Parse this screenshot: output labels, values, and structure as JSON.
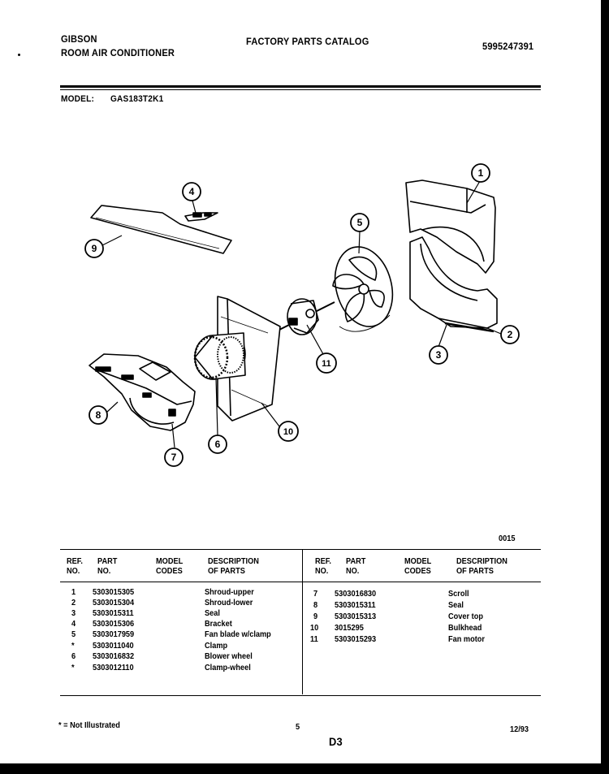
{
  "header": {
    "brand": "GIBSON",
    "product": "ROOM AIR CONDITIONER",
    "catalog_title": "FACTORY PARTS CATALOG",
    "catalog_number": "5995247391",
    "model_label": "MODEL:",
    "model_value": "GAS183T2K1"
  },
  "diagram": {
    "callouts": [
      "1",
      "2",
      "3",
      "4",
      "5",
      "6",
      "7",
      "8",
      "9",
      "10",
      "11"
    ],
    "figure_code": "0015"
  },
  "table": {
    "headers": {
      "ref_line1": "REF.",
      "ref_line2": "NO.",
      "part_line1": "PART",
      "part_line2": "NO.",
      "model_line1": "MODEL",
      "model_line2": "CODES",
      "desc_line1": "DESCRIPTION",
      "desc_line2": "OF PARTS"
    },
    "left_rows": [
      {
        "ref": "1",
        "part": "5303015305",
        "desc": "Shroud-upper"
      },
      {
        "ref": "2",
        "part": "5303015304",
        "desc": "Shroud-lower"
      },
      {
        "ref": "3",
        "part": "5303015311",
        "desc": "Seal"
      },
      {
        "ref": "4",
        "part": "5303015306",
        "desc": "Bracket"
      },
      {
        "ref": "5",
        "part": "5303017959",
        "desc": "Fan blade w/clamp"
      },
      {
        "ref": "*",
        "part": "5303011040",
        "desc": "Clamp"
      },
      {
        "ref": "6",
        "part": "5303016832",
        "desc": "Blower wheel"
      },
      {
        "ref": "*",
        "part": "5303012110",
        "desc": "Clamp-wheel"
      }
    ],
    "right_rows": [
      {
        "ref": "7",
        "part": "5303016830",
        "desc": "Scroll"
      },
      {
        "ref": "8",
        "part": "5303015311",
        "desc": "Seal"
      },
      {
        "ref": "9",
        "part": "5303015313",
        "desc": "Cover top"
      },
      {
        "ref": "10",
        "part": "3015295",
        "desc": "Bulkhead"
      },
      {
        "ref": "11",
        "part": "5303015293",
        "desc": "Fan motor"
      }
    ]
  },
  "footer": {
    "note": "* = Not Illustrated",
    "page": "5",
    "section": "D3",
    "date": "12/93"
  }
}
